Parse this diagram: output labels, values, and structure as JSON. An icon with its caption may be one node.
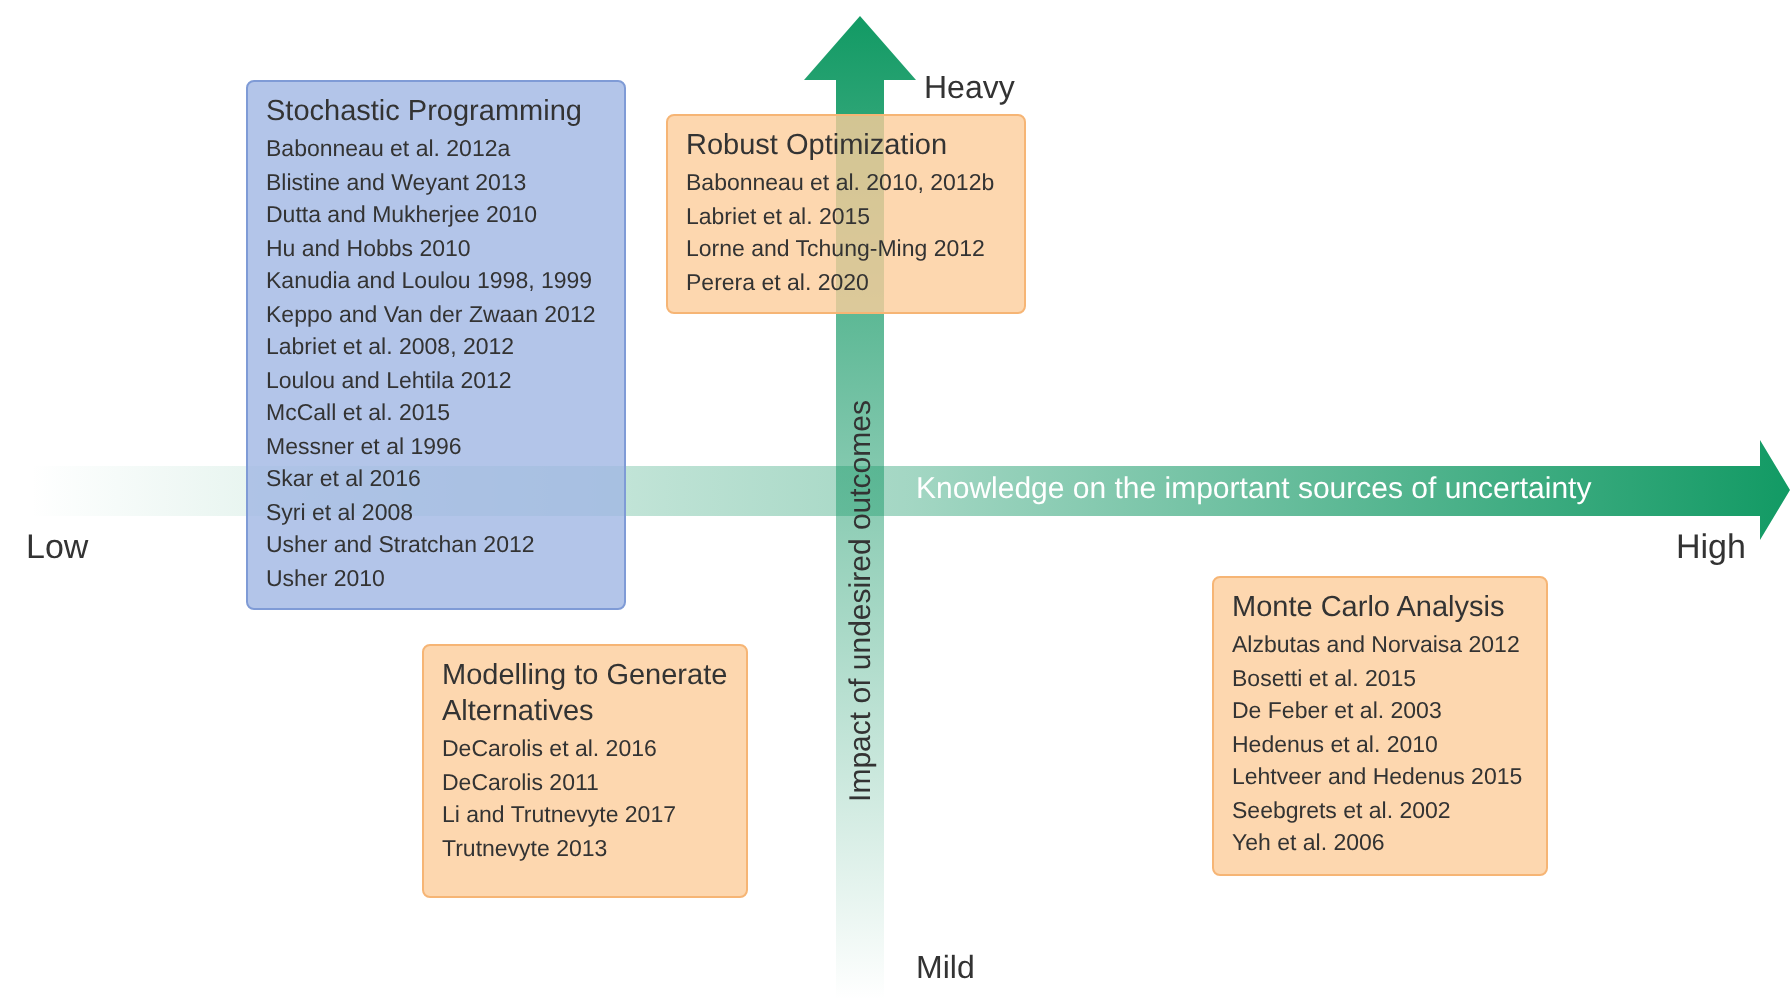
{
  "diagram": {
    "nodes": [
      {
        "text": [
          "Stochastic Programming",
          "Babonneau et al. 2012a",
          "Blistine and Weyant 2013",
          "Dutta and Mukherjee 2010",
          "Hu and Hobbs 2010",
          "Kanudia and Loulou 1998, 1999",
          "Keppo and Van der Zwaan 2012",
          "Labriet et al. 2008, 2012",
          "Loulou and Lehtila 2012",
          "McCall et al. 2015",
          "Messner et al 1996",
          "Skar et al 2016",
          "Syri et al 2008",
          "Usher and Stratchan 2012",
          "Usher 2010"
        ]
      },
      {
        "text": [
          "Robust Optimization",
          "Babonneau et al. 2010, 2012b",
          "Labriet et al. 2015",
          "Lorne and Tchung-Ming 2012",
          "Perera et al. 2020"
        ]
      },
      {
        "text": [
          "Modelling to Generate Alternatives",
          "DeCarolis et al. 2016",
          "DeCarolis 2011",
          "Li and Trutnevyte 2017",
          "Trutnevyte 2013"
        ]
      },
      {
        "text": [
          "Monte Carlo Analysis",
          "Alzbutas and Norvaisa 2012",
          "Bosetti et al. 2015",
          "De Feber et al. 2003",
          "Hedenus et al. 2010",
          "Lehtveer and Hedenus 2015",
          "Seebgrets et al. 2002",
          "Yeh et al. 2006"
        ]
      }
    ],
    "edges": [],
    "labels": [
      "Heavy",
      "Knowledge on the important sources of uncertainty",
      "Low",
      "High",
      "Impact of undesired outcomes",
      "Mild"
    ]
  }
}
